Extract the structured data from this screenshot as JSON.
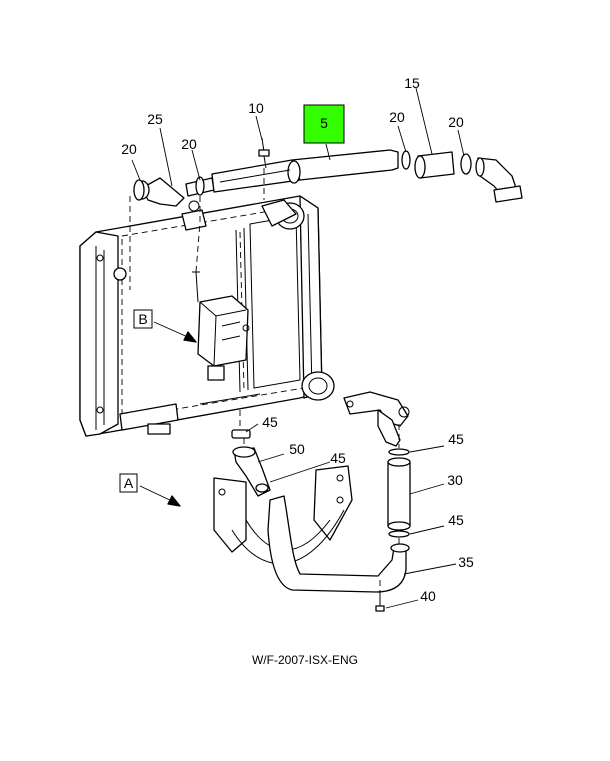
{
  "highlight_color": "#33ff00",
  "callouts": {
    "c5": "5",
    "c10": "10",
    "c15": "15",
    "c20a": "20",
    "c20b": "20",
    "c20c": "20",
    "c20d": "20",
    "c25": "25",
    "c30": "30",
    "c35": "35",
    "c40": "40",
    "c45a": "45",
    "c45b": "45",
    "c45c": "45",
    "c45d": "45",
    "c50": "50"
  },
  "view_labels": {
    "a": "A",
    "b": "B"
  },
  "caption": "W/F-2007-ISX-ENG"
}
